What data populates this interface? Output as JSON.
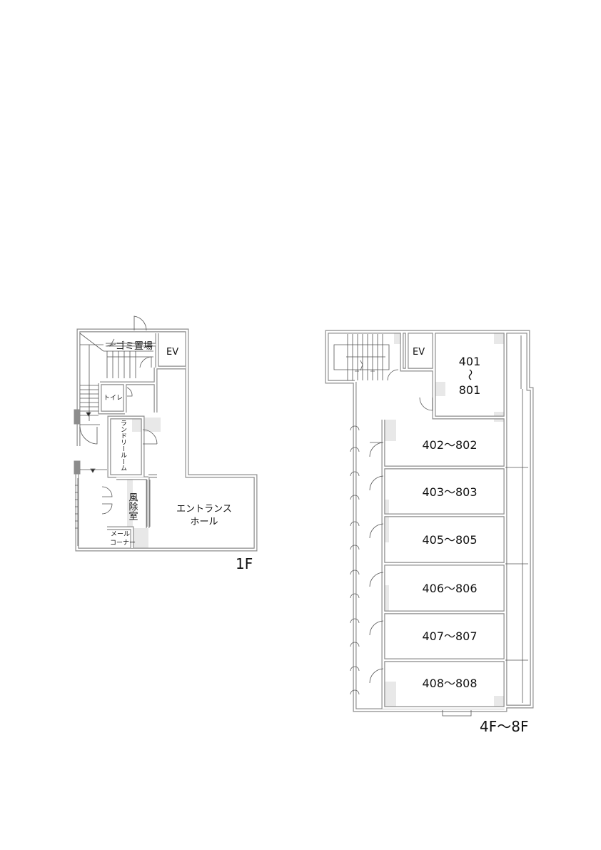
{
  "floor1": {
    "title": "1F",
    "rooms": {
      "garbage": "ゴミ置場",
      "ev": "EV",
      "toilet": "トイレ",
      "laundry": "ランドリールーム",
      "vestibule": "風除室",
      "mail_line1": "メール",
      "mail_line2": "コーナー",
      "entrance_line1": "エントランス",
      "entrance_line2": "ホール"
    }
  },
  "floor4_8": {
    "title": "4F〜8F",
    "ev": "EV",
    "unit401_top": "401",
    "unit401_sep": "〜",
    "unit401_bottom": "801",
    "units": [
      "402〜802",
      "403〜803",
      "405〜805",
      "406〜806",
      "407〜807",
      "408〜808"
    ]
  }
}
